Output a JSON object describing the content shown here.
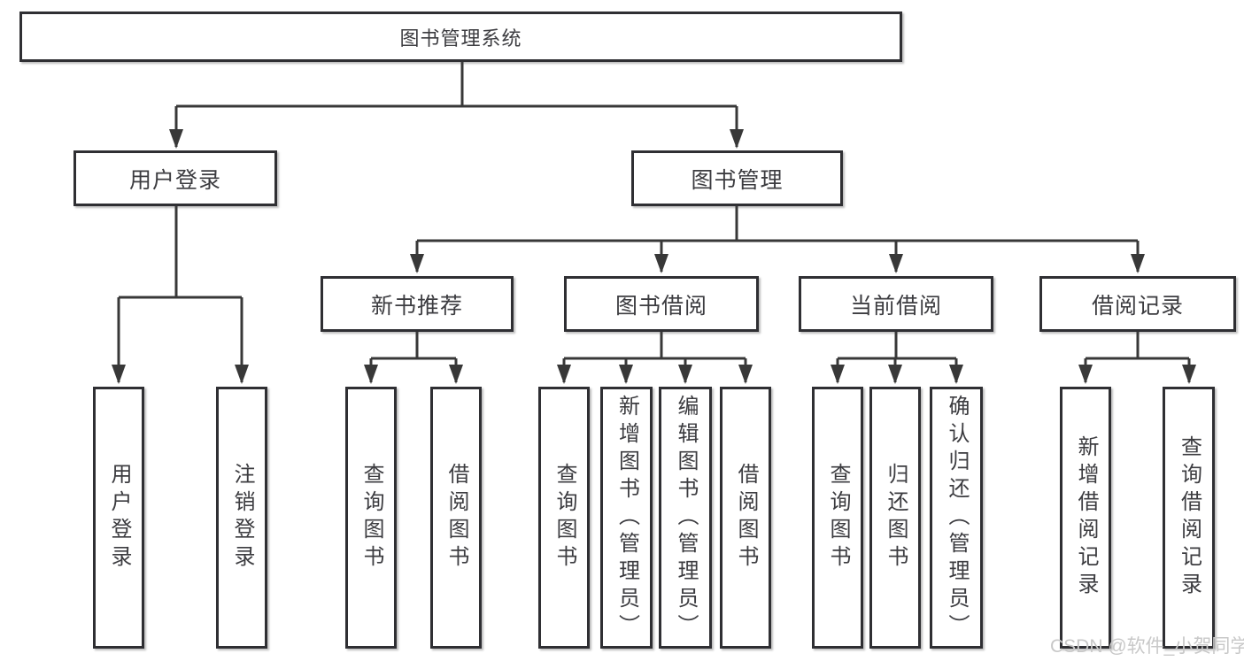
{
  "tree": {
    "root": {
      "label": "图书管理系统"
    },
    "branches": [
      {
        "label": "用户登录",
        "leaves": [
          {
            "label": "用户登录"
          },
          {
            "label": "注销登录"
          }
        ]
      },
      {
        "label": "图书管理",
        "groups": [
          {
            "label": "新书推荐",
            "leaves": [
              {
                "label": "查询图书"
              },
              {
                "label": "借阅图书"
              }
            ]
          },
          {
            "label": "图书借阅",
            "leaves": [
              {
                "label": "查询图书"
              },
              {
                "label": "新增图书（管理员）"
              },
              {
                "label": "编辑图书（管理员）"
              },
              {
                "label": "借阅图书"
              }
            ]
          },
          {
            "label": "当前借阅",
            "leaves": [
              {
                "label": "查询图书"
              },
              {
                "label": "归还图书"
              },
              {
                "label": "确认归还（管理员）"
              }
            ]
          },
          {
            "label": "借阅记录",
            "leaves": [
              {
                "label": "新增借阅记录"
              },
              {
                "label": "查询借阅记录"
              }
            ]
          }
        ]
      }
    ]
  },
  "watermark": {
    "text": "CSDN @软件_小贺同学"
  },
  "colors": {
    "line": "#383838",
    "box_border": "#2f2f33",
    "text": "#3c3c40",
    "watermark": "#c8c8c8",
    "background": "#ffffff"
  }
}
